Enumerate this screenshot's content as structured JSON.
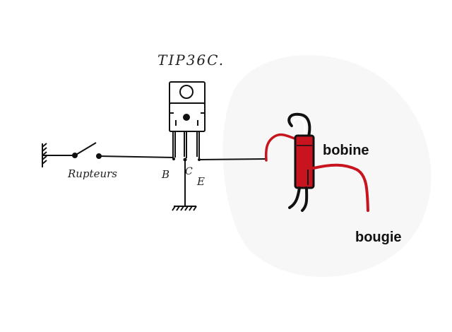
{
  "title": "TIP36C.",
  "components": {
    "switch_label": "Rupteurs",
    "transistor": {
      "pin_b": "B",
      "pin_c": "C",
      "pin_e": "E"
    },
    "coil_label": "bobine",
    "plug_label": "bougie"
  },
  "colors": {
    "wire": "#111111",
    "hv_wire": "#c8141e",
    "coil": "#c8141e"
  }
}
